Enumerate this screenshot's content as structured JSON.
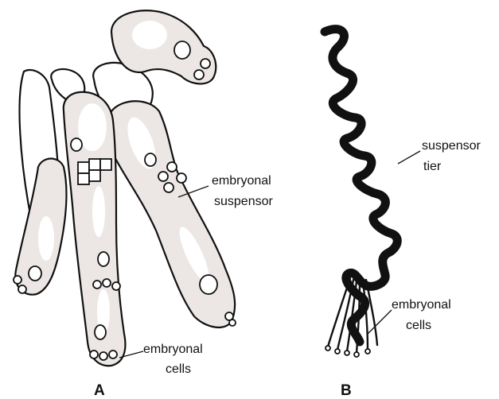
{
  "panel_a": {
    "letter": "A",
    "labels": {
      "suspensor": [
        "embryonal",
        "suspensor"
      ],
      "cells": [
        "embryonal",
        "cells"
      ]
    }
  },
  "panel_b": {
    "letter": "B",
    "labels": {
      "tier": [
        "suspensor",
        "tier"
      ],
      "cells": [
        "embryonal",
        "cells"
      ]
    }
  },
  "colors": {
    "ink": "#111111",
    "stipple_fill": "#ece7e4",
    "paper": "#ffffff"
  }
}
